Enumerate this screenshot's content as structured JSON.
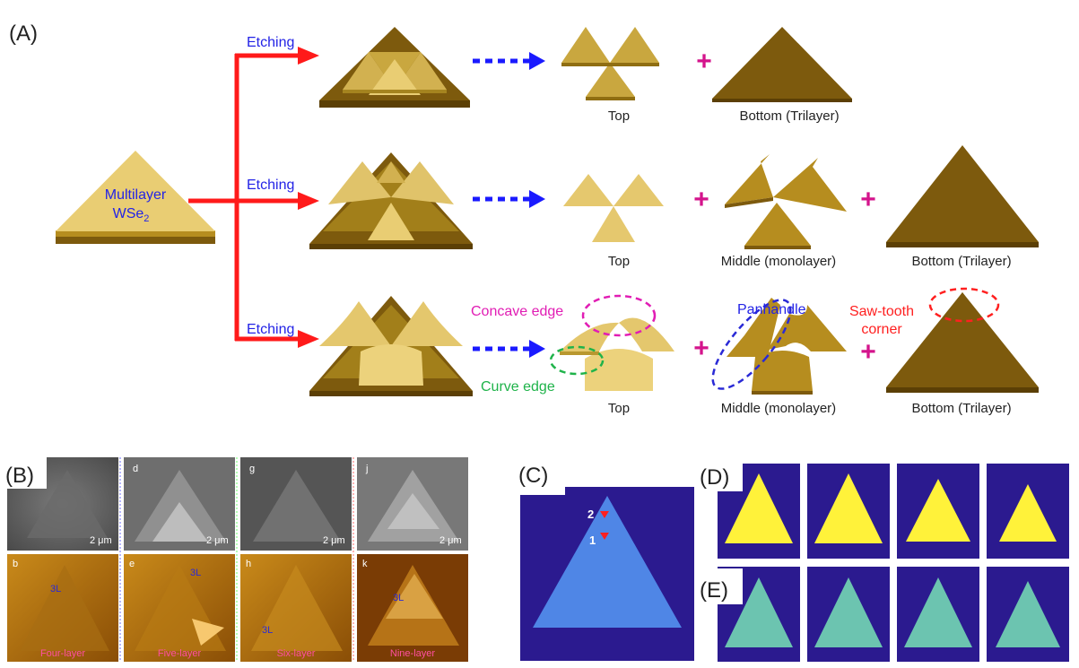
{
  "panel_labels": {
    "A": "(A)",
    "B": "(B)",
    "C": "(C)",
    "D": "(D)",
    "E": "(E)"
  },
  "source_label": [
    "Multilayer",
    "WSe",
    "2"
  ],
  "etching": [
    "Etching",
    "Etching",
    "Etching"
  ],
  "row1": {
    "top": "Top",
    "bottom": "Bottom (Trilayer)"
  },
  "row2": {
    "top": "Top",
    "middle": "Middle (monolayer)",
    "bottom": "Bottom (Trilayer)"
  },
  "row3": {
    "top": "Top",
    "middle": "Middle (monolayer)",
    "bottom": "Bottom (Trilayer)"
  },
  "annotations": {
    "concave": "Concave edge",
    "curve": "Curve edge",
    "panhandle": "Panhandle",
    "sawtooth": [
      "Saw-tooth",
      "corner"
    ]
  },
  "plus": "+",
  "micro": {
    "top_letters": [
      "d",
      "g",
      "j"
    ],
    "bottom_letters": [
      "b",
      "e",
      "h",
      "k"
    ],
    "scale_bars": [
      "2 μm",
      "2 μm",
      "2 μm",
      "2 μm"
    ],
    "layer_names": [
      "Four-layer",
      "Five-layer",
      "Six-layer",
      "Nine-layer"
    ],
    "tag": "3L"
  },
  "panel_c_marks": [
    "2",
    "1"
  ],
  "colors": {
    "light": "#e9cd73",
    "light_side": "#b9982f",
    "mid": "#b68d1f",
    "dark": "#7d5a0d",
    "dark_side": "#5b3f05",
    "arrow_red": "#ff1a1a",
    "arrow_blue": "#1a1aff",
    "plus": "#d4148c",
    "etch_text": "#2323e6",
    "concave": "#e11db4",
    "curve": "#1fb34a",
    "panhandle_ring": "#2a2ad6",
    "saw_ring": "#ff2020",
    "sim_bg": "#2b1a8f",
    "tri_blue": "#4f86e6",
    "sim_yellow": "#fff23a",
    "sim_teal": "#6cc4b0"
  }
}
